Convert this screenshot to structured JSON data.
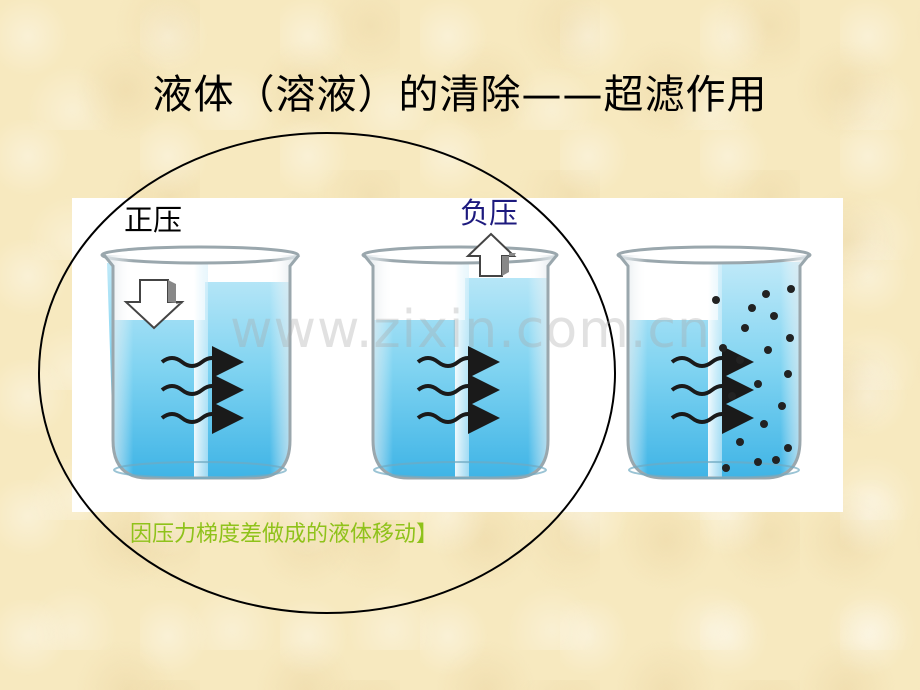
{
  "title": "液体（溶液）的清除——超滤作用",
  "labels": {
    "positive_pressure": "正压",
    "negative_pressure": "负压"
  },
  "watermark": "www.zixin.com.cn",
  "caption": "因压力梯度差做成的液体移动】",
  "colors": {
    "background": "#f7e9bf",
    "water": "#5cc6ec",
    "caption": "#8fc21a",
    "negative_label": "#1d1a7e"
  }
}
